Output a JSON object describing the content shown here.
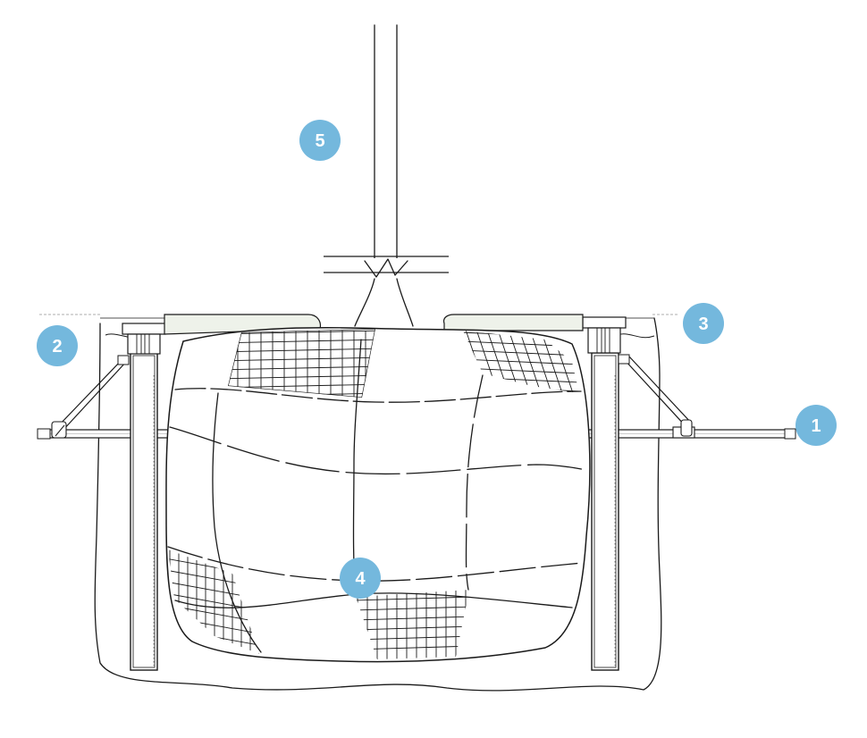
{
  "colors": {
    "callout": "#74b8dd",
    "callout_text": "#ffffff",
    "line": "#1a1a1a",
    "cap": "#eef2ea"
  },
  "callouts": [
    {
      "id": "1",
      "label": "1"
    },
    {
      "id": "2",
      "label": "2"
    },
    {
      "id": "3",
      "label": "3"
    },
    {
      "id": "4",
      "label": "4"
    },
    {
      "id": "5",
      "label": "5"
    }
  ]
}
